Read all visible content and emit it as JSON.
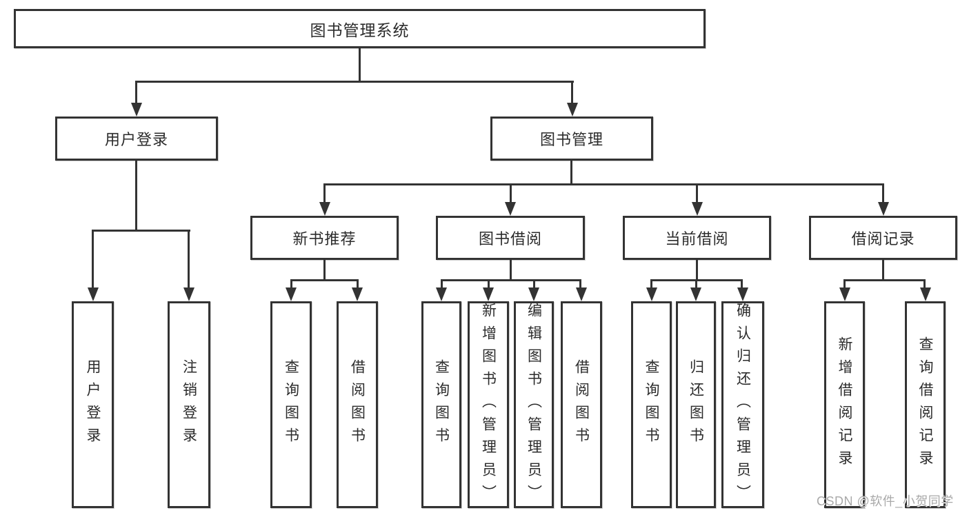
{
  "tree": {
    "root": {
      "label": "图书管理系统"
    },
    "branches": [
      {
        "label": "用户登录",
        "children": [
          {
            "label": "用户登录"
          },
          {
            "label": "注销登录"
          }
        ]
      },
      {
        "label": "图书管理",
        "groups": [
          {
            "label": "新书推荐",
            "children": [
              {
                "label": "查询图书"
              },
              {
                "label": "借阅图书"
              }
            ]
          },
          {
            "label": "图书借阅",
            "children": [
              {
                "label": "查询图书"
              },
              {
                "label": "新增图书（管理员）"
              },
              {
                "label": "编辑图书（管理员）"
              },
              {
                "label": "借阅图书"
              }
            ]
          },
          {
            "label": "当前借阅",
            "children": [
              {
                "label": "查询图书"
              },
              {
                "label": "归还图书"
              },
              {
                "label": "确认归还（管理员）"
              }
            ]
          },
          {
            "label": "借阅记录",
            "children": [
              {
                "label": "新增借阅记录"
              },
              {
                "label": "查询借阅记录"
              }
            ]
          }
        ]
      }
    ]
  },
  "watermark": {
    "text": "CSDN @软件_小贺同学"
  },
  "colors": {
    "line": "#333333",
    "text": "#2b2b2b",
    "background": "#ffffff",
    "watermark": "#a9a9a9"
  }
}
